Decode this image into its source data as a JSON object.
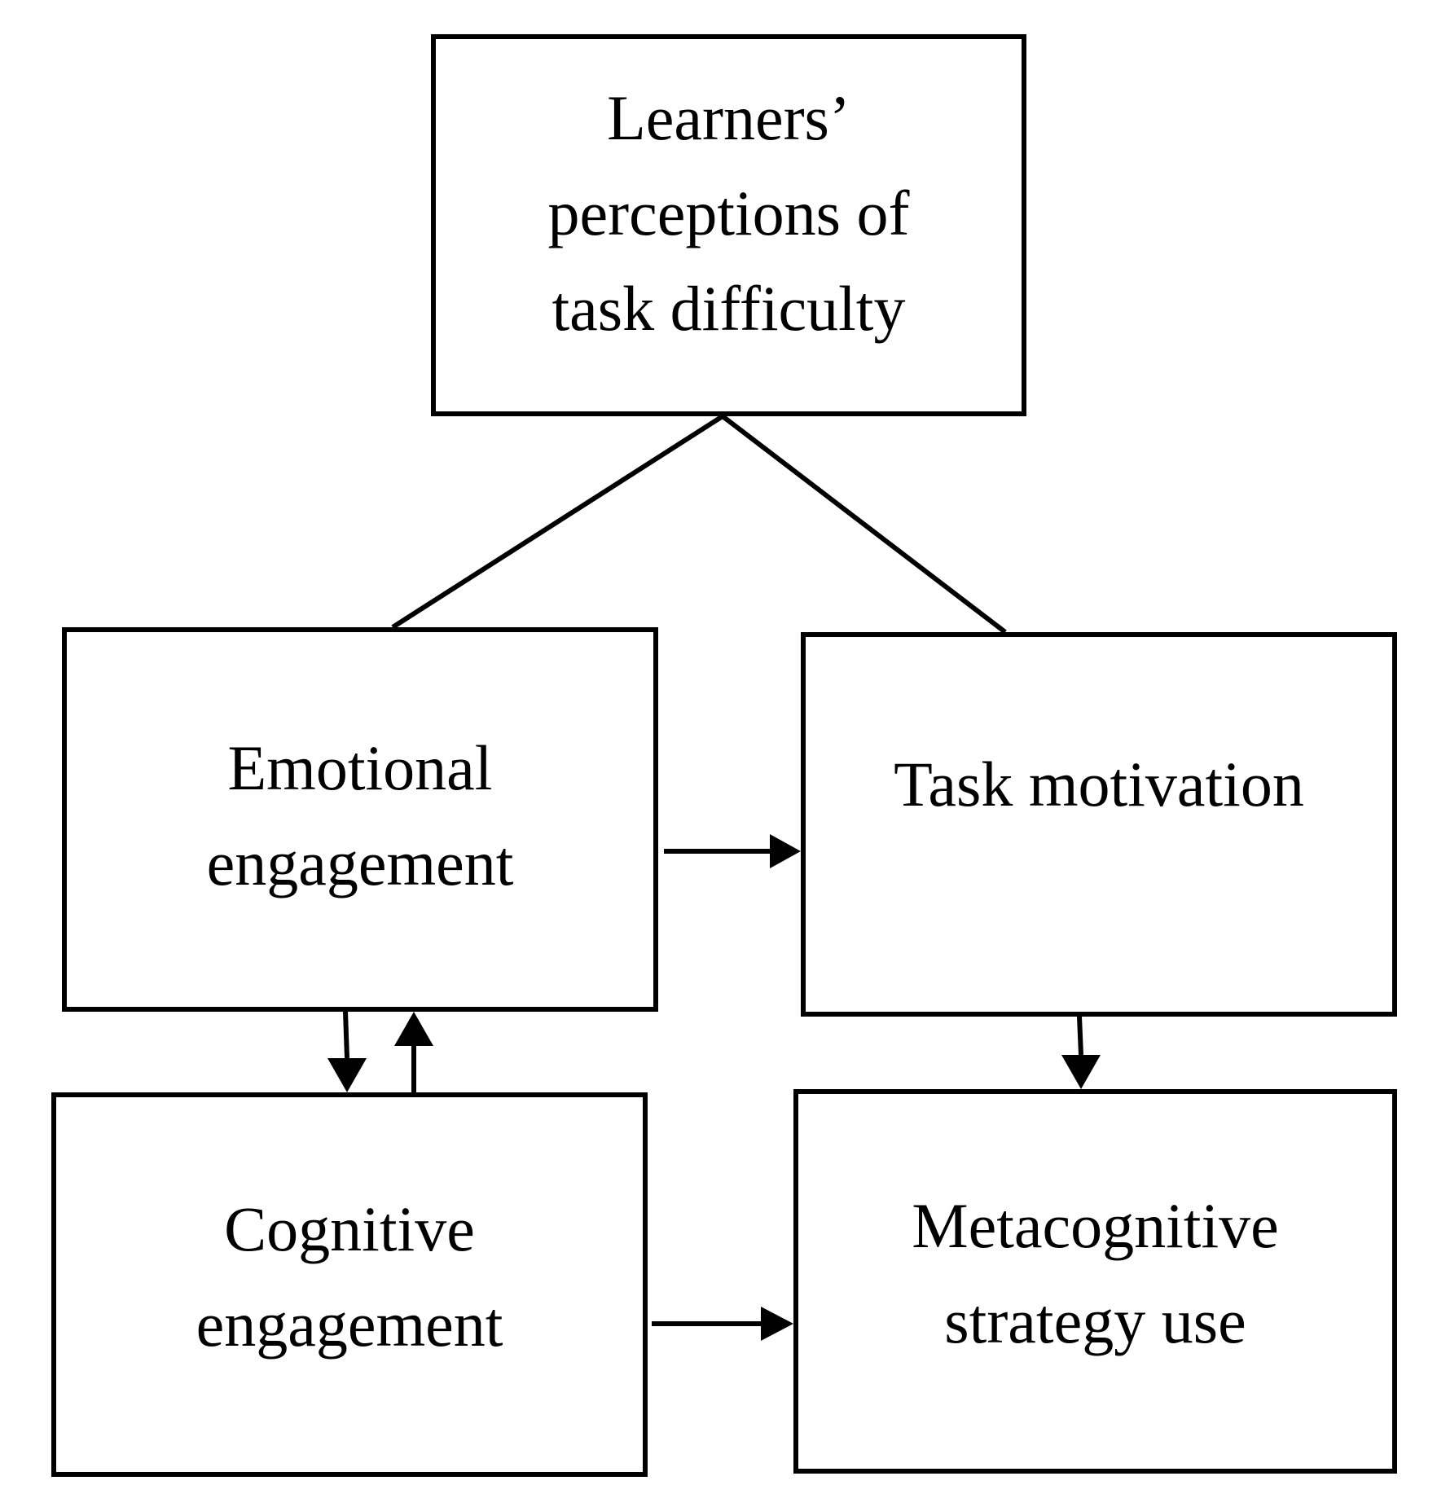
{
  "diagram": {
    "nodes": {
      "top": {
        "lines": [
          "Learners’",
          "perceptions of",
          "task difficulty"
        ]
      },
      "emotional": {
        "lines": [
          "Emotional",
          "engagement"
        ]
      },
      "task": {
        "lines": [
          "Task motivation"
        ]
      },
      "cognitive": {
        "lines": [
          "Cognitive",
          "engagement"
        ]
      },
      "meta": {
        "lines": [
          "Metacognitive",
          "strategy use"
        ]
      }
    },
    "edges": [
      {
        "from": "top",
        "to": "emotional",
        "arrow": false
      },
      {
        "from": "top",
        "to": "task",
        "arrow": false
      },
      {
        "from": "emotional",
        "to": "task",
        "arrow": true
      },
      {
        "from": "emotional",
        "to": "cognitive",
        "arrow": true
      },
      {
        "from": "cognitive",
        "to": "emotional",
        "arrow": true
      },
      {
        "from": "task",
        "to": "meta",
        "arrow": true
      },
      {
        "from": "cognitive",
        "to": "meta",
        "arrow": true
      }
    ],
    "colors": {
      "stroke": "#000000",
      "background": "#ffffff",
      "text": "#000000"
    }
  }
}
